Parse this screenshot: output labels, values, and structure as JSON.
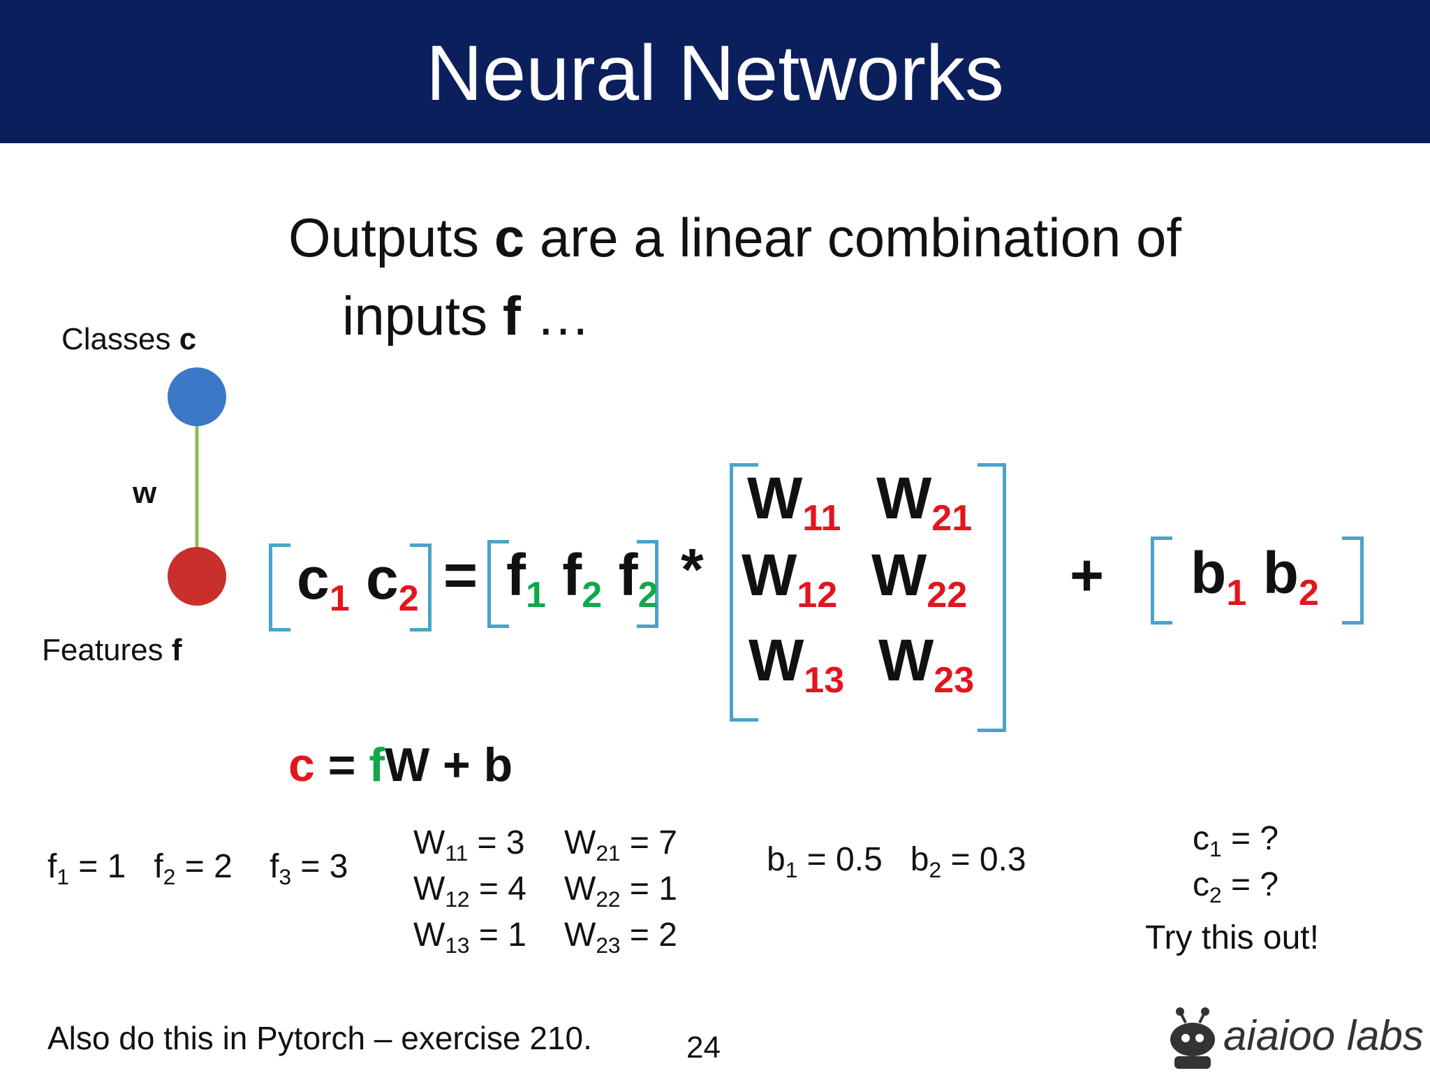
{
  "header": {
    "title": "Neural Networks"
  },
  "lead": {
    "line1_pre": "Outputs ",
    "line1_bold": "c",
    "line1_post": " are a linear combination of",
    "line2_pre": "inputs ",
    "line2_bold": "f",
    "line2_post": " …"
  },
  "diagram": {
    "classes_label": "Classes ",
    "classes_var": "c",
    "weight_label": "w",
    "features_label": "Features ",
    "features_var": "f",
    "colors": {
      "class_node": "#3b78c8",
      "feature_node": "#c9302c",
      "edge": "#8dbb5a"
    }
  },
  "equation": {
    "c": "c",
    "c1_sub": "1",
    "c2_sub": "2",
    "equals": "=",
    "f": "f",
    "f1_sub": "1",
    "f2_sub": "2",
    "f3_sub": "2",
    "times": "*",
    "W": "W",
    "w11": "11",
    "w21": "21",
    "w12": "12",
    "w22": "22",
    "w13": "13",
    "w23": "23",
    "plus": "+",
    "b": "b",
    "b1_sub": "1",
    "b2_sub": "2"
  },
  "formula": {
    "c": "c",
    "eq": " = ",
    "f": "f",
    "rest": "W + b"
  },
  "values": {
    "f_line": [
      {
        "v": "f",
        "s": "1",
        "t": " = 1  "
      },
      {
        "v": "f",
        "s": "2",
        "t": " = 2   "
      },
      {
        "v": "f",
        "s": "3",
        "t": " = 3"
      }
    ],
    "w_left": [
      {
        "v": "W",
        "s": "11",
        "t": " = 3"
      },
      {
        "v": "W",
        "s": "12",
        "t": " = 4"
      },
      {
        "v": "W",
        "s": "13",
        "t": " = 1"
      }
    ],
    "w_right": [
      {
        "v": "W",
        "s": "21",
        "t": " = 7"
      },
      {
        "v": "W",
        "s": "22",
        "t": " = 1"
      },
      {
        "v": "W",
        "s": "23",
        "t": " = 2"
      }
    ],
    "b_line": [
      {
        "v": "b",
        "s": "1",
        "t": " = 0.5  "
      },
      {
        "v": "b",
        "s": "2",
        "t": " = 0.3"
      }
    ],
    "c_lines": [
      {
        "v": "c",
        "s": "1",
        "t": " = ?"
      },
      {
        "v": "c",
        "s": "2",
        "t": " = ?"
      }
    ],
    "try": "Try this out!"
  },
  "footer": {
    "note": "Also do this in Pytorch – exercise 210.",
    "page": "24",
    "logo": "aiaioo labs"
  },
  "colors": {
    "header_bg": "#0b1f5c",
    "bracket": "#4aa3c8",
    "red": "#e3151d",
    "green": "#12a84a"
  }
}
